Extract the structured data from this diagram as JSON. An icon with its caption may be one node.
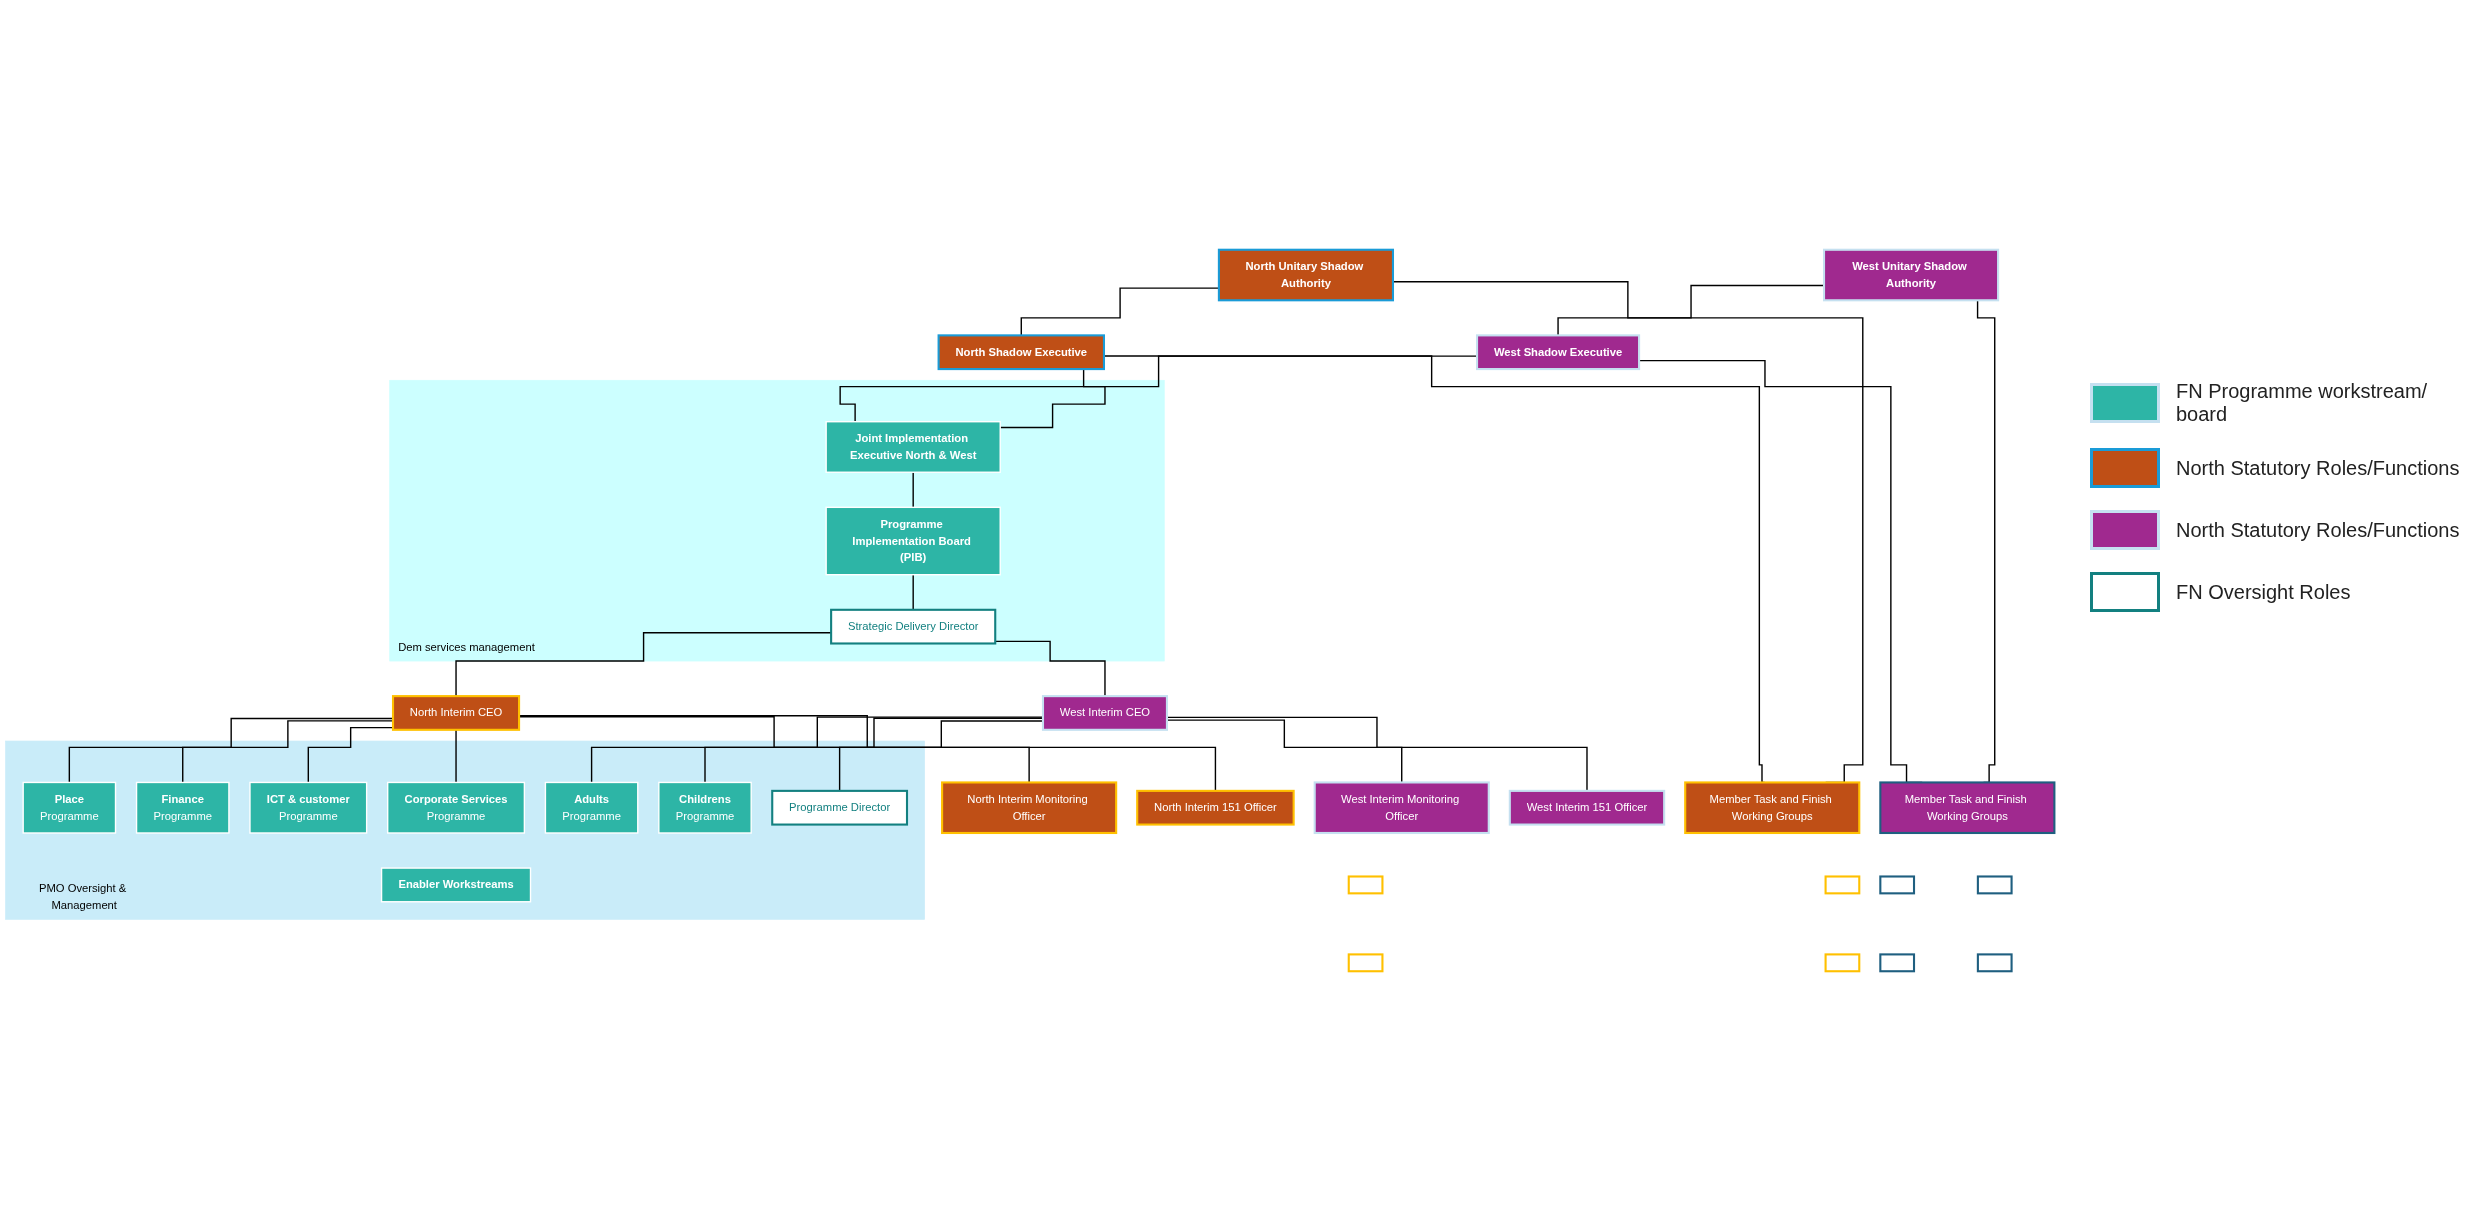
{
  "diagram": {
    "nodes": [
      {
        "text": [
          "North Unitary Shadow Authority"
        ]
      },
      {
        "text": [
          "West Unitary Shadow Authority"
        ]
      },
      {
        "text": [
          "North Shadow Executive"
        ]
      },
      {
        "text": [
          "West Shadow Executive"
        ]
      },
      {
        "text": [
          "Dem services management"
        ]
      },
      {
        "text": [
          "Joint Implementation Executive North & West"
        ],
        "in": 4
      },
      {
        "text": [
          "Programme Implementation Board (PIB)"
        ],
        "in": 4
      },
      {
        "text": [
          "Strategic Delivery Director"
        ],
        "in": 4
      },
      {
        "text": [
          "North Interim CEO"
        ]
      },
      {
        "text": [
          "West Interim CEO"
        ]
      },
      {
        "text": [
          "Member Task and Finish Working Groups"
        ]
      },
      {
        "text": [],
        "shape": "box"
      },
      {
        "text": [],
        "shape": "box"
      },
      {
        "text": [],
        "shape": "box"
      },
      {
        "text": [],
        "shape": "box"
      },
      {
        "text": [
          "North Interim Monitoring Officer"
        ]
      },
      {
        "text": [
          "North Interim 151 Officer"
        ]
      },
      {
        "text": [
          "PMO Oversight & Management"
        ]
      },
      {
        "text": [
          "Place",
          "Programme"
        ],
        "in": 17
      },
      {
        "text": [
          "Finance",
          "Programme"
        ],
        "in": 17
      },
      {
        "text": [
          "ICT & customer",
          "Programme"
        ],
        "in": 17
      },
      {
        "text": [
          "Corporate Services",
          "Programme"
        ],
        "in": 17
      },
      {
        "text": [
          "Adults",
          "Programme"
        ],
        "in": 17
      },
      {
        "text": [
          "Childrens",
          "Programme"
        ],
        "in": 17
      },
      {
        "text": [
          "Programme Director"
        ],
        "in": 17
      },
      {
        "text": [
          "Enabler Workstreams"
        ],
        "in": 17
      },
      {
        "text": [
          "West Interim Monitoring Officer"
        ]
      },
      {
        "text": [
          "West Interim 151 Officer"
        ]
      },
      {
        "text": [
          "Member Task and Finish Working Groups"
        ]
      },
      {
        "text": [],
        "shape": "box"
      },
      {
        "text": [],
        "shape": "box"
      },
      {
        "text": [],
        "shape": "box"
      },
      {
        "text": [],
        "shape": "box"
      }
    ],
    "edges": [
      {
        "from": 0,
        "to": 2,
        "arrow": "none"
      },
      {
        "from": 1,
        "to": 3,
        "arrow": "none"
      },
      {
        "from": 2,
        "to": 5,
        "arrow": "none"
      },
      {
        "from": 3,
        "to": 5,
        "arrow": "none"
      },
      {
        "from": 5,
        "to": 6,
        "arrow": "none"
      },
      {
        "from": 6,
        "to": 7,
        "arrow": "none"
      },
      {
        "from": 7,
        "to": 8,
        "arrow": "none"
      },
      {
        "from": 7,
        "to": 9,
        "arrow": "none"
      },
      {
        "from": 0,
        "to": 10,
        "arrow": "none"
      },
      {
        "from": 2,
        "to": 10,
        "arrow": "none"
      },
      {
        "from": 1,
        "to": 28,
        "arrow": "none"
      },
      {
        "from": 3,
        "to": 28,
        "arrow": "none"
      },
      {
        "from": 8,
        "to": 15,
        "arrow": "none"
      },
      {
        "from": 8,
        "to": 16,
        "arrow": "none"
      },
      {
        "from": 8,
        "to": 18,
        "arrow": "none"
      },
      {
        "from": 8,
        "to": 19,
        "arrow": "none"
      },
      {
        "from": 8,
        "to": 20,
        "arrow": "none"
      },
      {
        "from": 8,
        "to": 21,
        "arrow": "none"
      },
      {
        "from": 9,
        "to": 22,
        "arrow": "none"
      },
      {
        "from": 9,
        "to": 23,
        "arrow": "none"
      },
      {
        "from": 9,
        "to": 24,
        "arrow": "none"
      },
      {
        "from": 9,
        "to": 26,
        "arrow": "none"
      },
      {
        "from": 9,
        "to": 27,
        "arrow": "none"
      }
    ],
    "legend": [
      {
        "text": "FN Programme workstream/ board",
        "color": "#2db5a6"
      },
      {
        "text": "North Statutory Roles/Functions",
        "color": "#bf4f16"
      },
      {
        "text": "North Statutory Roles/Functions",
        "color": "#a0298f"
      },
      {
        "text": "FN Oversight Roles",
        "color": "#ffffff"
      }
    ]
  }
}
